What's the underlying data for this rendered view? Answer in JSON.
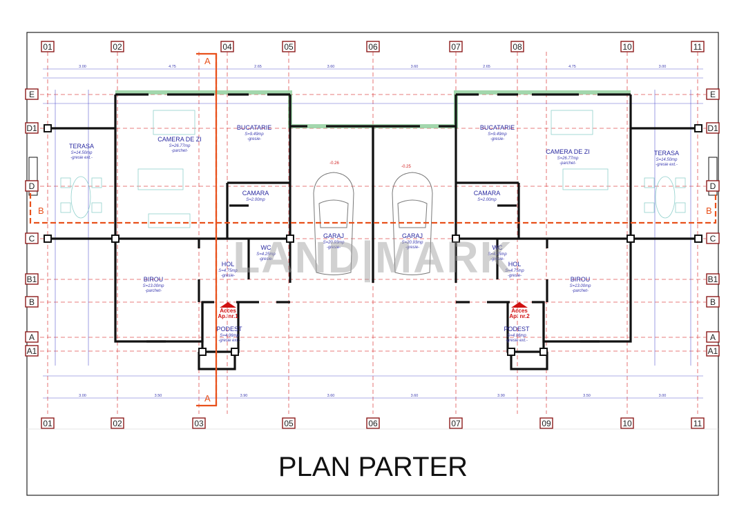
{
  "title": "PLAN PARTER",
  "watermark": "LAND|MARK",
  "grid_top": [
    "01",
    "02",
    "04",
    "05",
    "06",
    "07",
    "08",
    "10",
    "11"
  ],
  "grid_bottom": [
    "01",
    "02",
    "03",
    "05",
    "06",
    "07",
    "09",
    "10",
    "11"
  ],
  "grid_rows": [
    "E",
    "D1",
    "D",
    "C",
    "B1",
    "B",
    "A",
    "A1"
  ],
  "section_marks": {
    "a": "A",
    "b": "B"
  },
  "rooms": [
    {
      "name": "TERASA",
      "area": "S=14.50mp",
      "finish": "-gresie ext.-"
    },
    {
      "name": "CAMERA DE ZI",
      "area": "S=26.77mp",
      "finish": "-parchet-"
    },
    {
      "name": "BUCATARIE",
      "area": "S=9.49mp",
      "finish": "-gresie-"
    },
    {
      "name": "CAMARA",
      "area": "S=2.00mp",
      "finish": ""
    },
    {
      "name": "GARAJ",
      "area": "S=20.93mp",
      "finish": "-gresie-"
    },
    {
      "name": "WC",
      "area": "S=4.25mp",
      "finish": "-gresie-"
    },
    {
      "name": "HOL",
      "area": "S=4.75mp",
      "finish": "-gresie-"
    },
    {
      "name": "BIROU",
      "area": "S=13.00mp",
      "finish": "-parchet-"
    },
    {
      "name": "PODEST",
      "area": "S=4.06mp",
      "finish": "-gresie ext.-"
    },
    {
      "name": "GARAJ",
      "area": "S=20.93mp",
      "finish": "-gresie-"
    },
    {
      "name": "BUCATARIE",
      "area": "S=9.49mp",
      "finish": "-gresie-"
    },
    {
      "name": "CAMARA",
      "area": "S=2.00mp",
      "finish": ""
    },
    {
      "name": "WC",
      "area": "S=4.25mp",
      "finish": "-gresie-"
    },
    {
      "name": "HOL",
      "area": "S=4.75mp",
      "finish": "-gresie-"
    },
    {
      "name": "BIROU",
      "area": "S=13.00mp",
      "finish": "-parchet-"
    },
    {
      "name": "PODEST",
      "area": "S=4.06mp",
      "finish": "-gresie ext.-"
    },
    {
      "name": "CAMERA DE ZI",
      "area": "S=26.77mp",
      "finish": "-parchet-"
    },
    {
      "name": "TERASA",
      "area": "S=14.50mp",
      "finish": "-gresie ext.-"
    }
  ],
  "access": [
    {
      "line1": "Acces",
      "line2": "Ap. nr.1"
    },
    {
      "line1": "Acces",
      "line2": "Ap. nr.2"
    }
  ],
  "dims_top": [
    "3.00",
    "4.75",
    "2.65",
    "3.60",
    "3.60",
    "2.65",
    "4.75",
    "3.00"
  ],
  "dims_bottom": [
    "3.00",
    "3.50",
    "3.90",
    "3.60",
    "3.60",
    "3.90",
    "3.50",
    "3.00"
  ],
  "levels": [
    "-0.26",
    "-0.25"
  ]
}
